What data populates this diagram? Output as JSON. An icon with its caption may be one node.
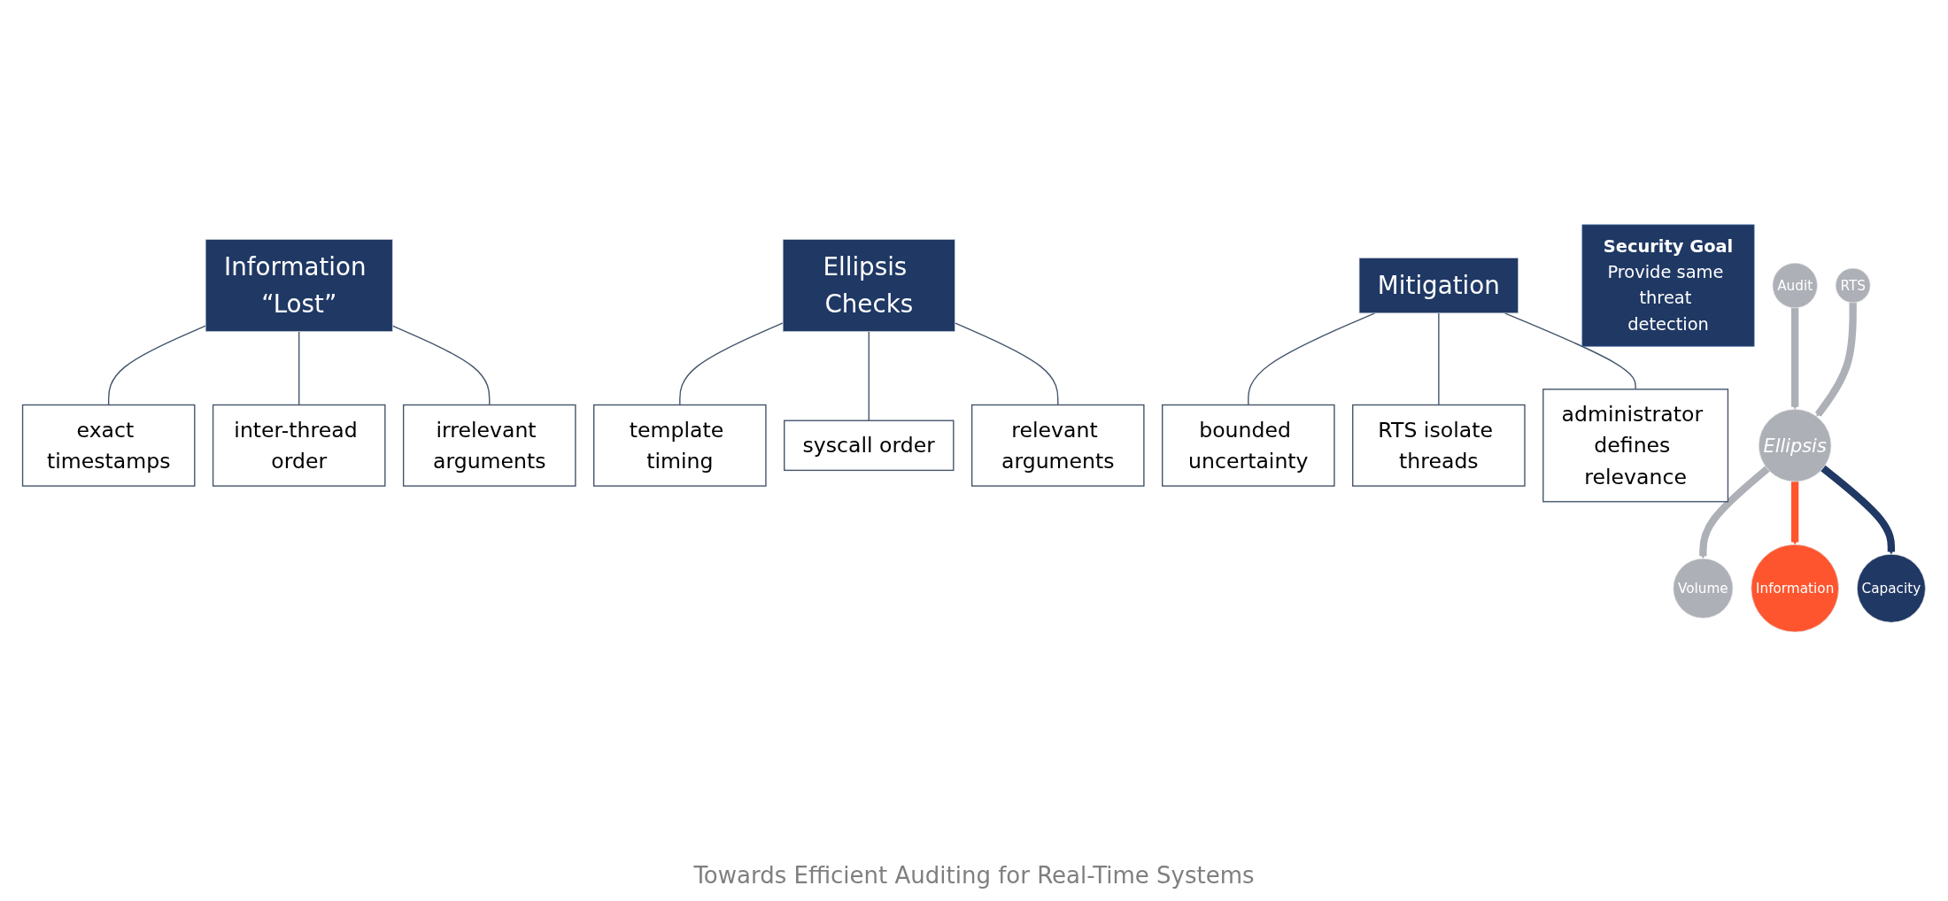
{
  "diagram": {
    "caption": "Towards Efficient Auditing for Real-Time Systems",
    "nodes": [
      {
        "text": [
          "Information “Lost”"
        ]
      },
      {
        "text": [
          "exact timestamps"
        ]
      },
      {
        "text": [
          "inter-thread order"
        ]
      },
      {
        "text": [
          "irrelevant arguments"
        ]
      },
      {
        "text": [
          "Ellipsis Checks"
        ]
      },
      {
        "text": [
          "template timing"
        ]
      },
      {
        "text": [
          "syscall order"
        ]
      },
      {
        "text": [
          "relevant arguments"
        ]
      },
      {
        "text": [
          "Mitigation"
        ]
      },
      {
        "text": [
          "bounded uncertainty"
        ]
      },
      {
        "text": [
          "RTS isolate threads"
        ]
      },
      {
        "text": [
          "administrator defines relevance"
        ]
      },
      {
        "text": [
          "Security Goal",
          "Provide same threat detection"
        ]
      },
      {
        "text": [
          "Audit"
        ]
      },
      {
        "text": [
          "RTS"
        ]
      },
      {
        "text": [
          "Ellipsis"
        ]
      },
      {
        "text": [
          "Volume"
        ]
      },
      {
        "text": [
          "Information"
        ]
      },
      {
        "text": [
          "Capacity"
        ]
      }
    ],
    "edges": [
      {
        "from": 0,
        "to": 1,
        "arrow": "none"
      },
      {
        "from": 0,
        "to": 2,
        "arrow": "none"
      },
      {
        "from": 0,
        "to": 3,
        "arrow": "none"
      },
      {
        "from": 4,
        "to": 5,
        "arrow": "none"
      },
      {
        "from": 4,
        "to": 6,
        "arrow": "none"
      },
      {
        "from": 4,
        "to": 7,
        "arrow": "none"
      },
      {
        "from": 8,
        "to": 9,
        "arrow": "none"
      },
      {
        "from": 8,
        "to": 10,
        "arrow": "none"
      },
      {
        "from": 8,
        "to": 11,
        "arrow": "none"
      },
      {
        "from": 13,
        "to": 15,
        "arrow": "to",
        "style": "thick",
        "color": "#adb0b7"
      },
      {
        "from": 14,
        "to": 15,
        "arrow": "to",
        "style": "thick",
        "color": "#adb0b7"
      },
      {
        "from": 15,
        "to": 16,
        "arrow": "to",
        "style": "thick",
        "color": "#adb0b7"
      },
      {
        "from": 15,
        "to": 17,
        "arrow": "to",
        "style": "thick",
        "color": "#ff552e"
      },
      {
        "from": 15,
        "to": 18,
        "arrow": "to",
        "style": "thick",
        "color": "#203864"
      }
    ]
  }
}
